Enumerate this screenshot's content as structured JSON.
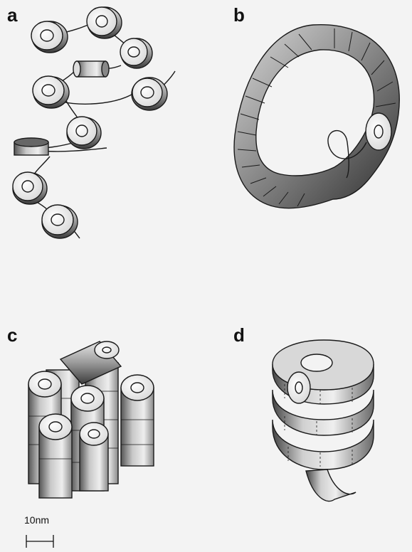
{
  "panels": [
    {
      "id": "a",
      "label": "a"
    },
    {
      "id": "b",
      "label": "b"
    },
    {
      "id": "c",
      "label": "c"
    },
    {
      "id": "d",
      "label": "d"
    }
  ],
  "scale_bar": {
    "label": "10nm"
  },
  "colors": {
    "background": "#f3f3f3",
    "stroke": "#1a1a1a",
    "light": "#f5f5f5",
    "mid": "#9a9a9a",
    "dark": "#3a3a3a"
  }
}
